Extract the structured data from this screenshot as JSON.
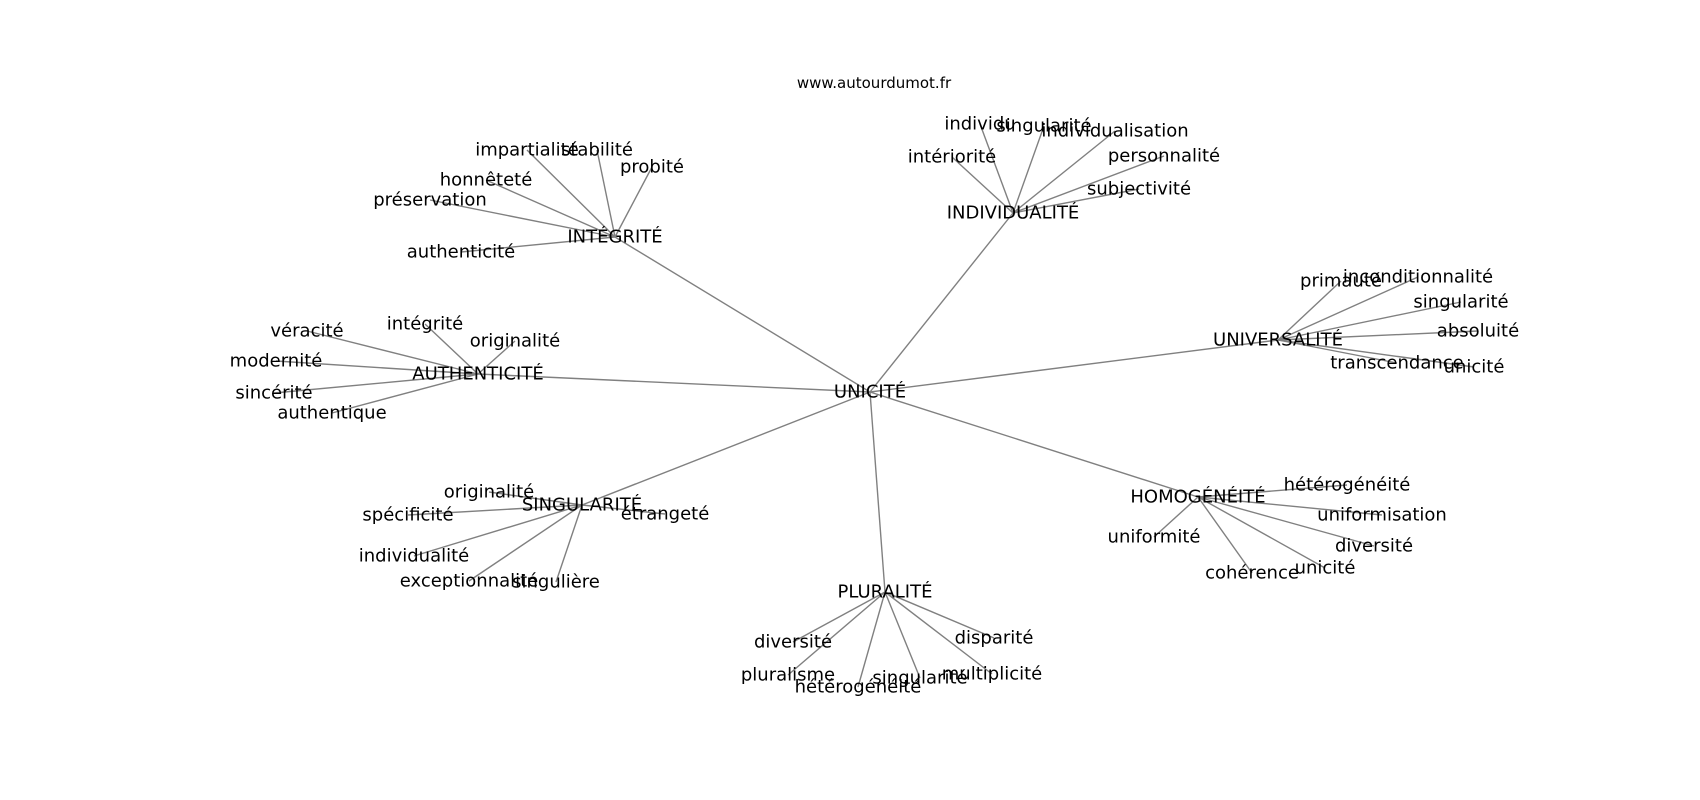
{
  "source": "www.autourdumot.fr",
  "center": "UNICITÉ",
  "hubs": {
    "integrite": {
      "label": "INTÉGRITÉ",
      "words": [
        "impartialité",
        "stabilité",
        "probité",
        "honnêteté",
        "préservation",
        "authenticité"
      ]
    },
    "individualite": {
      "label": "INDIVIDUALITÉ",
      "words": [
        "individu",
        "singularité",
        "individualisation",
        "intériorité",
        "personnalité",
        "subjectivité"
      ]
    },
    "universalite": {
      "label": "UNIVERSALITÉ",
      "words": [
        "primauté",
        "inconditionnalité",
        "singularité",
        "absoluité",
        "transcendance",
        "unicité"
      ]
    },
    "authenticite": {
      "label": "AUTHENTICITÉ",
      "words": [
        "véracité",
        "intégrité",
        "originalité",
        "modernité",
        "sincérité",
        "authentique"
      ]
    },
    "homogeneite": {
      "label": "HOMOGÉNÉITÉ",
      "words": [
        "hétérogénéité",
        "uniformisation",
        "uniformité",
        "diversité",
        "cohérence",
        "unicité"
      ]
    },
    "singularite": {
      "label": "SINGULARITÉ",
      "words": [
        "originalité",
        "spécificité",
        "étrangeté",
        "individualité",
        "exceptionnalité",
        "singulière"
      ]
    },
    "pluralite": {
      "label": "PLURALITÉ",
      "words": [
        "diversité",
        "disparité",
        "pluralisme",
        "singularité",
        "multiplicité",
        "hétérogénéité"
      ]
    }
  }
}
